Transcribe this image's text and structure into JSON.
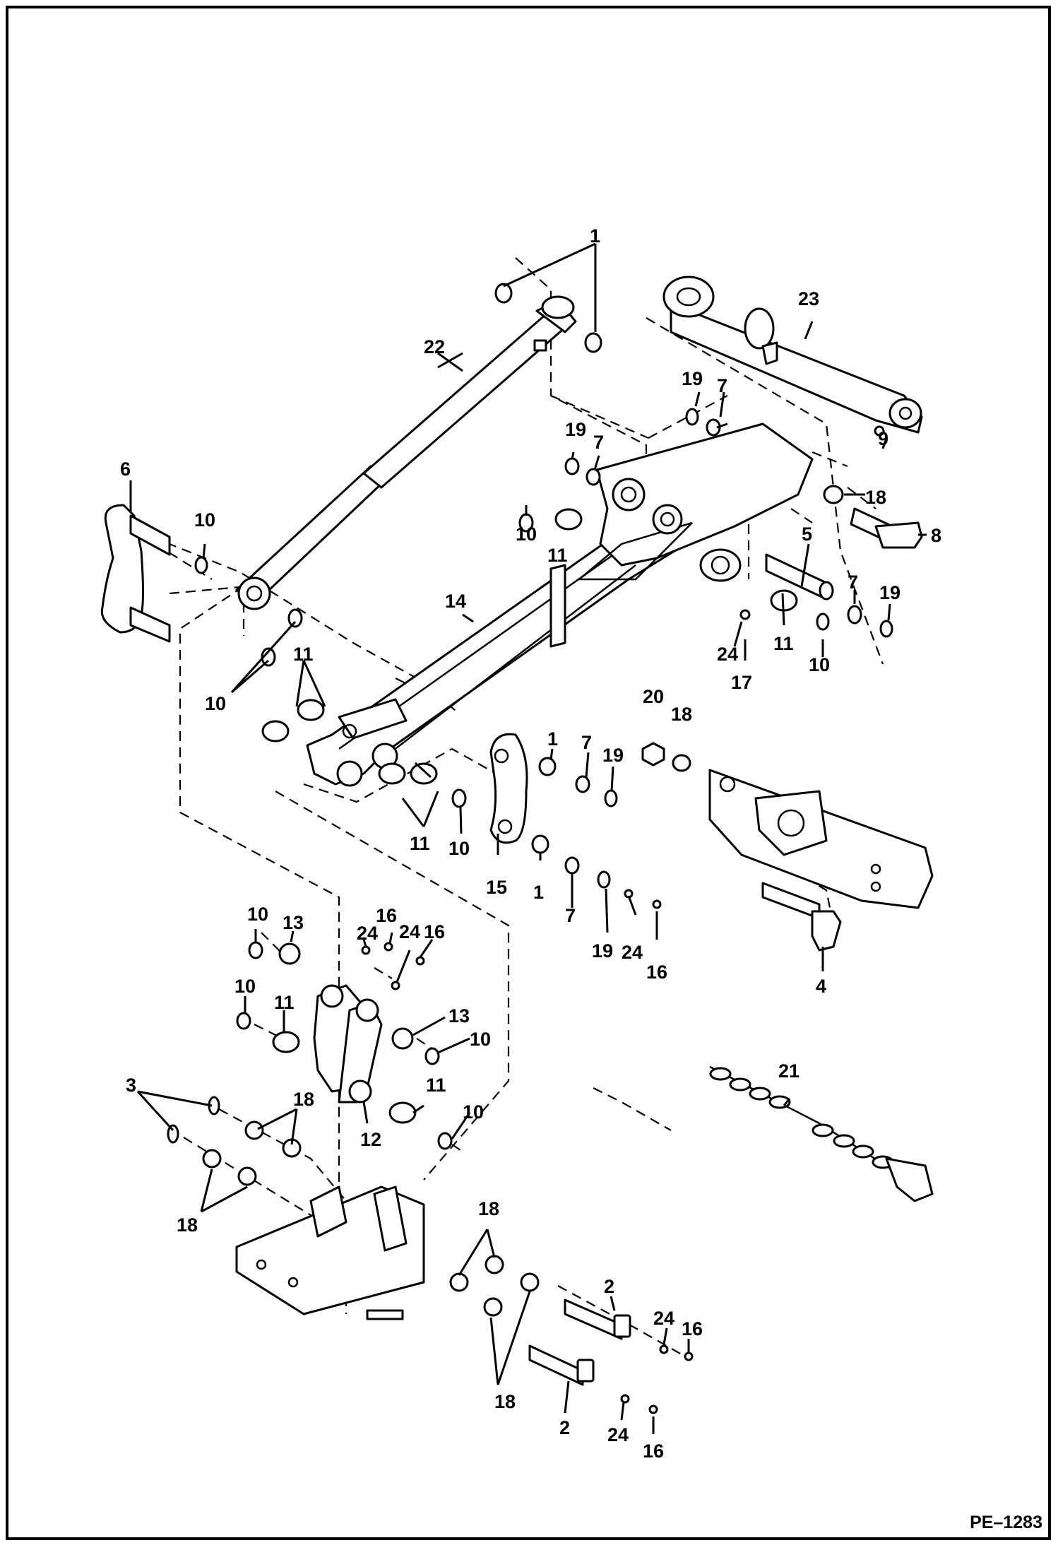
{
  "figure": {
    "code": "PE–1283"
  },
  "callouts": [
    {
      "id": "c1a",
      "text": "1"
    },
    {
      "id": "c1b",
      "text": "1"
    },
    {
      "id": "c1c",
      "text": "1"
    },
    {
      "id": "c2a",
      "text": "2"
    },
    {
      "id": "c2b",
      "text": "2"
    },
    {
      "id": "c3",
      "text": "3"
    },
    {
      "id": "c4",
      "text": "4"
    },
    {
      "id": "c5",
      "text": "5"
    },
    {
      "id": "c6",
      "text": "6"
    },
    {
      "id": "c7a",
      "text": "7"
    },
    {
      "id": "c7b",
      "text": "7"
    },
    {
      "id": "c7c",
      "text": "7"
    },
    {
      "id": "c7d",
      "text": "7"
    },
    {
      "id": "c7e",
      "text": "7"
    },
    {
      "id": "c8",
      "text": "8"
    },
    {
      "id": "c9",
      "text": "9"
    },
    {
      "id": "c10a",
      "text": "10"
    },
    {
      "id": "c10b",
      "text": "10"
    },
    {
      "id": "c10c",
      "text": "10"
    },
    {
      "id": "c10d",
      "text": "10"
    },
    {
      "id": "c10e",
      "text": "10"
    },
    {
      "id": "c10f",
      "text": "10"
    },
    {
      "id": "c10g",
      "text": "10"
    },
    {
      "id": "c10h",
      "text": "10"
    },
    {
      "id": "c10i",
      "text": "10"
    },
    {
      "id": "c11a",
      "text": "11"
    },
    {
      "id": "c11b",
      "text": "11"
    },
    {
      "id": "c11c",
      "text": "11"
    },
    {
      "id": "c11d",
      "text": "11"
    },
    {
      "id": "c11e",
      "text": "11"
    },
    {
      "id": "c11f",
      "text": "11"
    },
    {
      "id": "c12",
      "text": "12"
    },
    {
      "id": "c13a",
      "text": "13"
    },
    {
      "id": "c13b",
      "text": "13"
    },
    {
      "id": "c14",
      "text": "14"
    },
    {
      "id": "c15",
      "text": "15"
    },
    {
      "id": "c16a",
      "text": "16"
    },
    {
      "id": "c16b",
      "text": "16"
    },
    {
      "id": "c16c",
      "text": "16"
    },
    {
      "id": "c16d",
      "text": "16"
    },
    {
      "id": "c16e",
      "text": "16"
    },
    {
      "id": "c17",
      "text": "17"
    },
    {
      "id": "c18a",
      "text": "18"
    },
    {
      "id": "c18b",
      "text": "18"
    },
    {
      "id": "c18c",
      "text": "18"
    },
    {
      "id": "c18d",
      "text": "18"
    },
    {
      "id": "c18e",
      "text": "18"
    },
    {
      "id": "c18f",
      "text": "18"
    },
    {
      "id": "c19a",
      "text": "19"
    },
    {
      "id": "c19b",
      "text": "19"
    },
    {
      "id": "c19c",
      "text": "19"
    },
    {
      "id": "c19d",
      "text": "19"
    },
    {
      "id": "c19e",
      "text": "19"
    },
    {
      "id": "c20",
      "text": "20"
    },
    {
      "id": "c21",
      "text": "21"
    },
    {
      "id": "c22",
      "text": "22"
    },
    {
      "id": "c23",
      "text": "23"
    },
    {
      "id": "c24a",
      "text": "24"
    },
    {
      "id": "c24b",
      "text": "24"
    },
    {
      "id": "c24c",
      "text": "24"
    },
    {
      "id": "c24d",
      "text": "24"
    },
    {
      "id": "c24e",
      "text": "24"
    },
    {
      "id": "c24f",
      "text": "24"
    }
  ]
}
